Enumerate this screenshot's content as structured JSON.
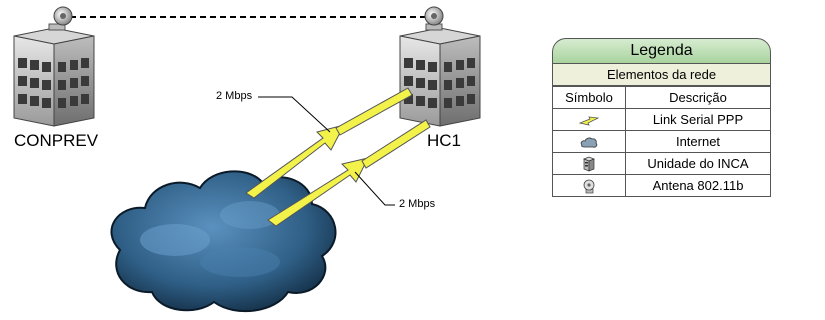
{
  "nodes": {
    "site_left": {
      "label": "CONPREV"
    },
    "site_right": {
      "label": "HC1"
    }
  },
  "links": [
    {
      "label": "2 Mbps"
    },
    {
      "label": "2 Mbps"
    }
  ],
  "legend": {
    "title": "Legenda",
    "subtitle": "Elementos da rede",
    "headers": {
      "symbol": "Símbolo",
      "description": "Descrição"
    },
    "rows": [
      {
        "icon": "lightning-icon",
        "description": "Link Serial PPP"
      },
      {
        "icon": "cloud-icon",
        "description": "Internet"
      },
      {
        "icon": "server-icon",
        "description": "Unidade do INCA"
      },
      {
        "icon": "antenna-icon",
        "description": "Antena 802.11b"
      }
    ]
  },
  "colors": {
    "cloud": "#2f5f86",
    "lightning": "#f2f24a",
    "legend_header": "#b6dba9"
  }
}
